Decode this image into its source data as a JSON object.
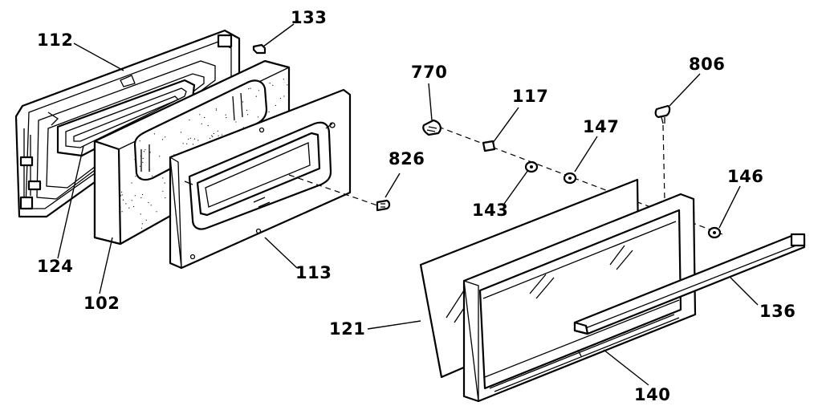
{
  "callouts": [
    {
      "id": "p112",
      "text": "112"
    },
    {
      "id": "p133",
      "text": "133"
    },
    {
      "id": "p124",
      "text": "124"
    },
    {
      "id": "p102",
      "text": "102"
    },
    {
      "id": "p113",
      "text": "113"
    },
    {
      "id": "p826",
      "text": "826"
    },
    {
      "id": "p770",
      "text": "770"
    },
    {
      "id": "p117",
      "text": "117"
    },
    {
      "id": "p147",
      "text": "147"
    },
    {
      "id": "p143",
      "text": "143"
    },
    {
      "id": "p806",
      "text": "806"
    },
    {
      "id": "p146",
      "text": "146"
    },
    {
      "id": "p121",
      "text": "121"
    },
    {
      "id": "p136",
      "text": "136"
    },
    {
      "id": "p140",
      "text": "140"
    }
  ]
}
